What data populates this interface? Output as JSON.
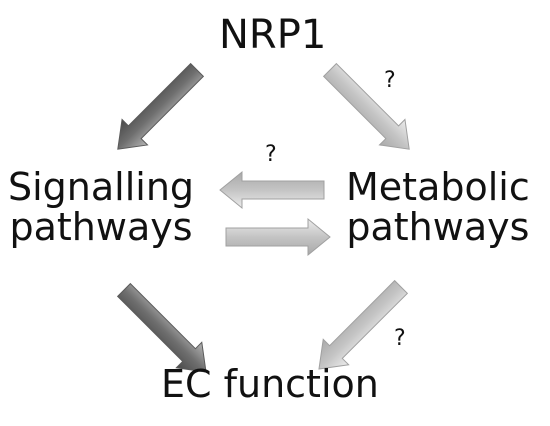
{
  "nodes": {
    "top": "NRP1",
    "left_line1": "Signalling",
    "left_line2": "pathways",
    "right_line1": "Metabolic",
    "right_line2": "pathways",
    "bottom": "EC function"
  },
  "uncertain_marks": {
    "nrp1_to_metabolic": "?",
    "metabolic_to_signalling": "?",
    "metabolic_to_ec": "?"
  },
  "arrows": [
    {
      "from": "NRP1",
      "to": "Signalling pathways",
      "shade": "dark",
      "color": "#7a7a7a"
    },
    {
      "from": "NRP1",
      "to": "Metabolic pathways",
      "shade": "light",
      "color": "#c9c9c9",
      "uncertain": true
    },
    {
      "from": "Metabolic pathways",
      "to": "Signalling pathways",
      "shade": "light",
      "color": "#c9c9c9",
      "uncertain": true
    },
    {
      "from": "Signalling pathways",
      "to": "Metabolic pathways",
      "shade": "light",
      "color": "#c9c9c9"
    },
    {
      "from": "Signalling pathways",
      "to": "EC function",
      "shade": "dark",
      "color": "#7a7a7a"
    },
    {
      "from": "Metabolic pathways",
      "to": "EC function",
      "shade": "light",
      "color": "#c9c9c9",
      "uncertain": true
    }
  ]
}
